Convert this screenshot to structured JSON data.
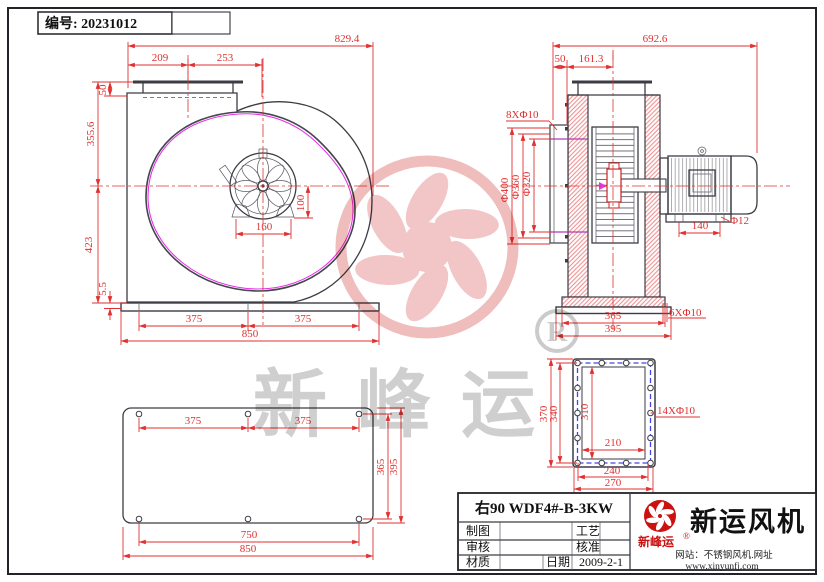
{
  "page": {
    "serial": "编号: 20231012"
  },
  "main_view": {
    "dim_total_width_top": "829.4",
    "dim_outlet_left": "209",
    "dim_outlet_right": "253",
    "dim_outlet_flange_height": "50",
    "dim_center_to_flange": "355.6",
    "dim_center_to_base": "423",
    "dim_base_plate_thickness": "5.5",
    "dim_hub_center_height": "100",
    "dim_hub_foot_span": "160",
    "dim_foot_left": "375",
    "dim_foot_right": "375",
    "dim_base_total_width": "850"
  },
  "side_view": {
    "dim_total_width_top": "692.6",
    "dim_flange_to_edge": "50",
    "dim_flange_to_center": "161.3",
    "dim_inlet_bolts": "8XΦ10",
    "dim_inlet_outer_dia": "Φ400",
    "dim_inlet_bolt_circle_dia": "Φ360",
    "dim_inlet_dia": "Φ320",
    "dim_motor_foot_span": "140",
    "dim_motor_foot_hole_dia": "Φ12",
    "dim_base_width": "365",
    "dim_base_total_width": "395",
    "dim_base_bolts": "6XΦ10"
  },
  "outlet_flange_view": {
    "dim_outer_height": "370",
    "dim_bolt_span_height": "340",
    "dim_opening_height": "310",
    "dim_opening_width": "210",
    "dim_bolt_span_width": "240",
    "dim_outer_width": "270",
    "dim_bolt_spec": "14XΦ10"
  },
  "base_plate_view": {
    "dim_bolt_left": "375",
    "dim_bolt_right": "375",
    "dim_bolt_span_depth": "365",
    "dim_total_depth": "395",
    "dim_bolt_span_length": "750",
    "dim_total_length": "850"
  },
  "title_block": {
    "model": "右90 WDF4#-B-3KW",
    "drafter_label": "制图",
    "process_label": "工艺",
    "auditor_label": "审核",
    "approver_label": "核准",
    "material_label": "材质",
    "date_label": "日期",
    "date_value": "2009-2-1",
    "brand_name": "新峰运",
    "brand_reg": "®",
    "company_name": "新运风机",
    "website_line1": "网站：不锈钢风机.网址",
    "website_line2": "www.xinyunfj.com"
  },
  "watermark": {
    "brand_text": "新峰运",
    "reg_text": "R"
  },
  "colors": {
    "dimension_red": "#e03030",
    "outline_dark": "#3c3c44",
    "hatch_red": "#ef8f8f",
    "magenta": "#e832e8",
    "bolt_blue": "#4343e8",
    "logo_red": "#cc1111",
    "watermark_pink": "#f2c6c6",
    "watermark_gray": "#cfcfcf"
  }
}
